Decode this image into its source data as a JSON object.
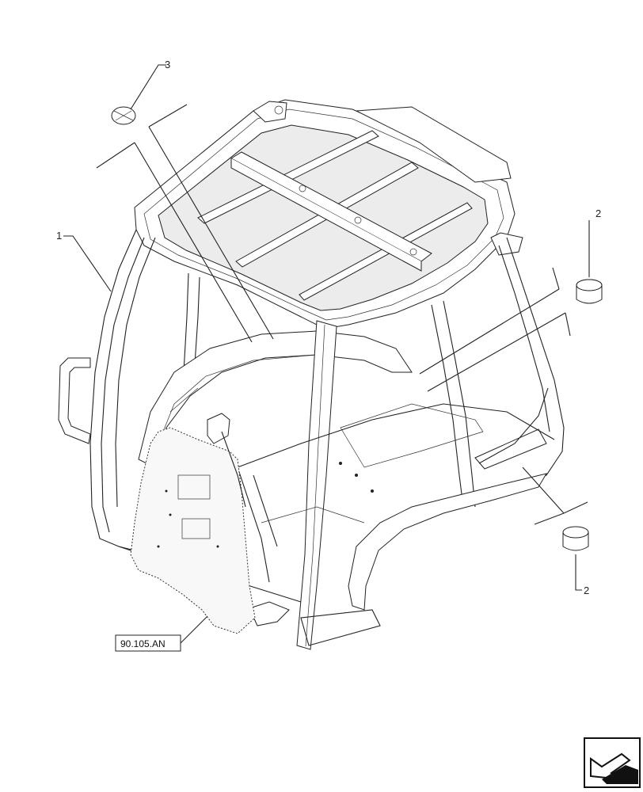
{
  "callouts": {
    "item_1": "1",
    "item_2_top": "2",
    "item_2_bottom": "2",
    "item_3": "3"
  },
  "reference": {
    "label": "90.105.AN"
  },
  "icons": {
    "next_page": "arrow-next-page-icon"
  }
}
